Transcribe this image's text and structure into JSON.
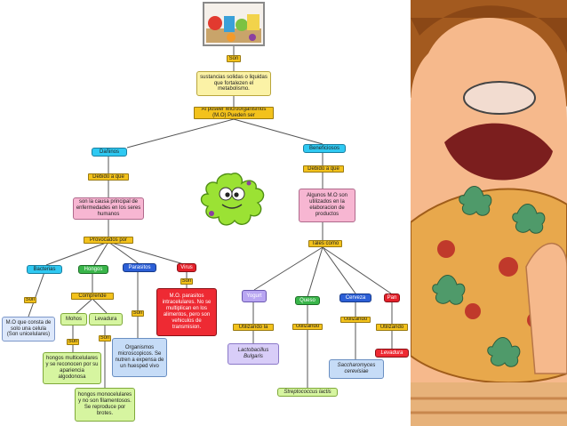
{
  "colors": {
    "connector": "#555555",
    "germ": "#9be234",
    "skin": "#f6b98c",
    "hair": "#a35a1f",
    "pizza": "#e8a84c",
    "microbe": "#4f9a6a"
  },
  "icons": {
    "header": "food-collage-image",
    "germ": "green-germ-illustration",
    "photo": "boy-eating-pizza-illustration"
  },
  "map": {
    "son": "Son",
    "definition": "sustancias solidas o liquidas que fortalezen el metabolismo.",
    "can_be": "Al poseer Microorganismos (M.O) Pueden ser",
    "harmful": "Dañinos",
    "due_to_harmful": "Debido a que",
    "harmful_cause": "son la causa principal de enfermedades en los seres humanos",
    "caused_by": "Provocados por",
    "bacteria": "Bacterias",
    "fungi": "Hongos",
    "parasites": "Parasitos",
    "virus": "Virus",
    "bacteria_son": "Son",
    "bacteria_desc": "M.O que consta de solo una celula (Son unicelulares)",
    "comprise": "Comprende",
    "molds": "Mohos",
    "yeast": "Levadura",
    "molds_son": "Son",
    "yeast_son": "Son",
    "molds_desc": "hongos multicelulares y se reconocen por su apariencia algodonosa",
    "yeast_desc": "hongos monocelulares y no son filamentosos. Se reproduce por brotes.",
    "parasites_son": "Son",
    "parasites_desc": "Organismos microscopicos. Se nutren a expensa de un huesped vivo",
    "virus_son": "Son",
    "virus_desc": "M.O. parasitos intracelulares. No se multiplican en los alimentos, pero son vehiculos de transmision.",
    "beneficial": "Beneficiosos",
    "due_to_beneficial": "Debido a que",
    "beneficial_cause": "Algunos M.O son utilizados en la elaboracion de productos",
    "such_as": "Tales como",
    "yogurt": "Yogurt",
    "cheese": "Queso",
    "beer": "Cerveza",
    "bread": "Pan",
    "using_yogurt": "Utilizando la",
    "using_cheese": "Utilizando",
    "using_beer": "Utilizando",
    "using_bread": "Utilizando",
    "lactobacillus": "Lactobacillus Bulgaris",
    "saccharomyces": "Saccharomyces cerevisiae",
    "yeast_bread": "Levadura",
    "streptococcus": "Streptococcus lactis"
  }
}
